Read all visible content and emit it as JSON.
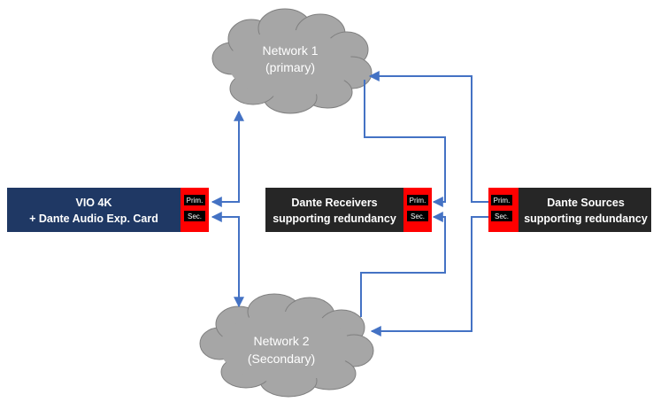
{
  "network_primary": {
    "line1": "Network 1",
    "line2": "(primary)"
  },
  "network_secondary": {
    "line1": "Network 2",
    "line2": "(Secondary)"
  },
  "vio_device": {
    "line1": "VIO 4K",
    "line2": "+ Dante Audio Exp. Card",
    "port_primary": "Prim.",
    "port_secondary": "Sec."
  },
  "receivers_device": {
    "line1": "Dante Receivers",
    "line2": "supporting redundancy",
    "port_primary": "Prim.",
    "port_secondary": "Sec."
  },
  "sources_device": {
    "line1": "Dante Sources",
    "line2": "supporting redundancy",
    "port_primary": "Prim.",
    "port_secondary": "Sec."
  },
  "colors": {
    "cloud_fill": "#a6a6a6",
    "cloud_stroke": "#7f7f7f",
    "vio_box": "#1f3864",
    "dante_box": "#262626",
    "port_panel": "#ff0000",
    "port_label": "#000000",
    "connector": "#4472c4"
  }
}
